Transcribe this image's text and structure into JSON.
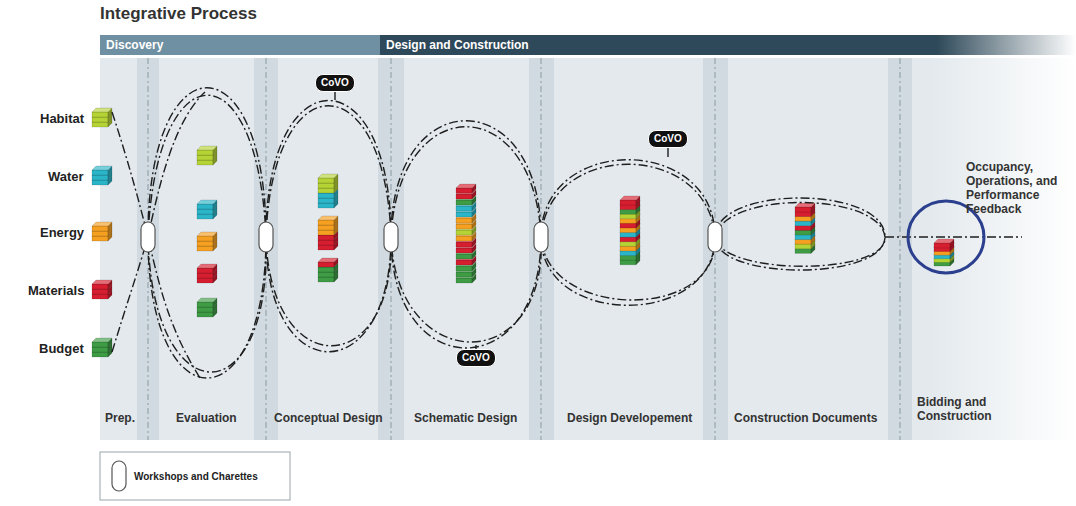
{
  "diagram": {
    "title": "Integrative Process",
    "nodes": [
      {
        "text": [
          "Discovery"
        ]
      },
      {
        "text": [
          "Design and Construction"
        ]
      },
      {
        "text": [
          "CoVO"
        ]
      },
      {
        "text": [
          "CoVO"
        ]
      },
      {
        "text": [
          "CoVO"
        ]
      }
    ],
    "labels": [
      "Habitat",
      "Water",
      "Energy",
      "Materials",
      "Budget",
      "Prep.",
      "Evaluation",
      "Conceptual Design",
      "Schematic Design",
      "Design Developement",
      "Construction Documents",
      "Bidding and Construction",
      "Occupancy, Operations, and Performance Feedback"
    ],
    "legend": [
      {
        "text": "Workshops and Charettes"
      }
    ]
  }
}
